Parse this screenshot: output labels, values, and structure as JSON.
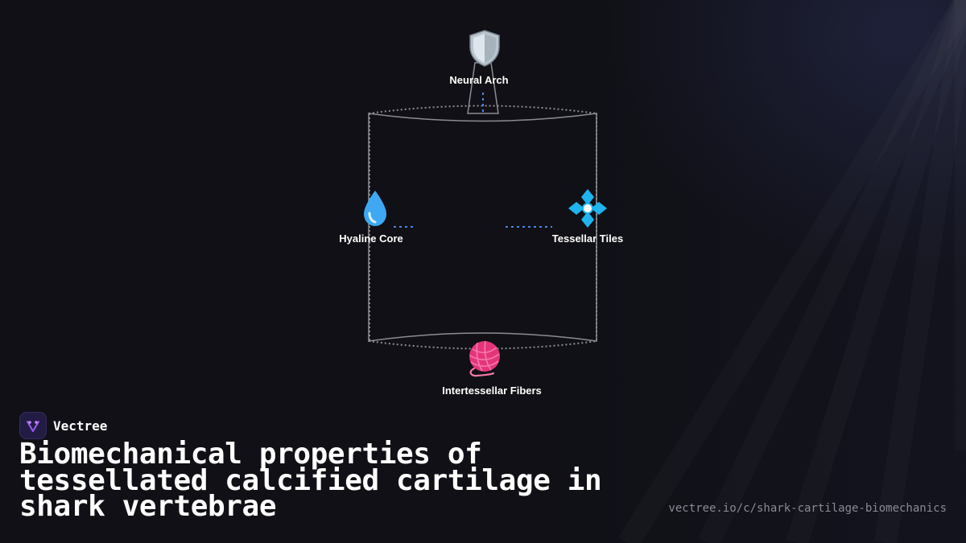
{
  "brand": {
    "name": "Vectree",
    "accent": "#9b5cf0"
  },
  "title": "Biomechanical properties of tessellated calcified cartilage in shark vertebrae",
  "url": "vectree.io/c/shark-cartilage-biomechanics",
  "colors": {
    "background": "#101016",
    "outline": "#8c8c94",
    "connector": "#4a86e8",
    "label": "#ffffff"
  },
  "nodes": {
    "neural_arch": {
      "label": "Neural Arch",
      "icon": "shield-icon"
    },
    "hyaline_core": {
      "label": "Hyaline Core",
      "icon": "droplet-icon"
    },
    "tessellar_tiles": {
      "label": "Tessellar Tiles",
      "icon": "tile-diamond-icon"
    },
    "intertessellar_fibers": {
      "label": "Intertessellar Fibers",
      "icon": "yarn-ball-icon"
    }
  }
}
